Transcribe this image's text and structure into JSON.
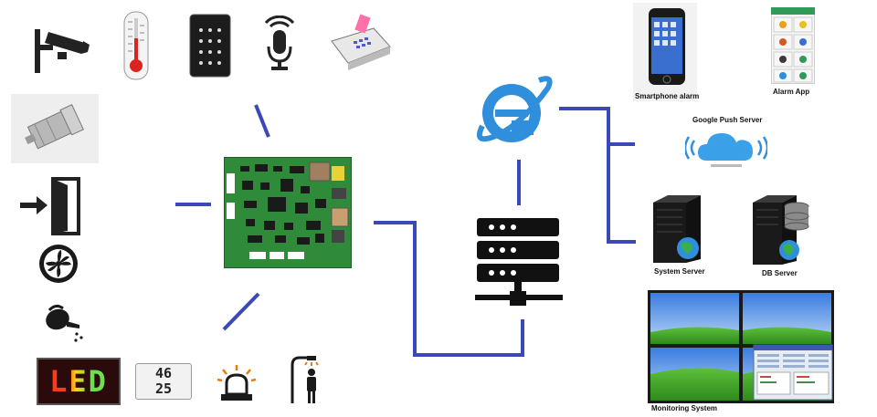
{
  "labels": {
    "smartphone": "Smartphone alarm",
    "alarm_app": "Alarm App",
    "push_server": "Google Push Server",
    "system_server": "System Server",
    "db_server": "DB Server",
    "monitoring": "Monitoring System"
  },
  "devices": {
    "led_text": "LED",
    "thermo_top": "46",
    "thermo_bottom": "25"
  },
  "colors": {
    "connector": "#3a48b8",
    "board": "#2f8a3a",
    "browser": "#2f8fdc",
    "server": "#111111"
  }
}
